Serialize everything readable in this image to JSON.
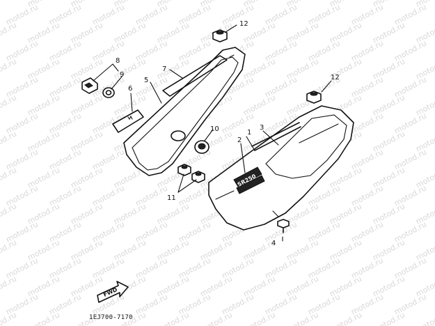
{
  "watermark": "motod.ru",
  "diagram_code": "1EJ700-7170",
  "fwd_label": "FWD",
  "decal_text": "SR250",
  "callouts": {
    "c1": "1",
    "c2": "2",
    "c3": "3",
    "c4": "4",
    "c5": "5",
    "c6": "6",
    "c7": "7",
    "c8": "8",
    "c9": "9",
    "c10": "10",
    "c11": "11",
    "c12a": "12",
    "c12b": "12"
  },
  "colors": {
    "line": "#111111",
    "watermark": "#d8d8d8",
    "background": "#ffffff"
  }
}
